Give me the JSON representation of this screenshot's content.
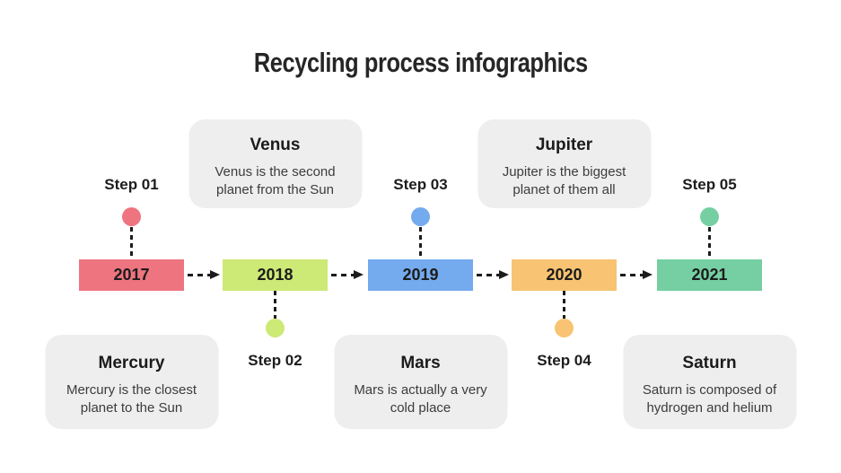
{
  "title": "Recycling process infographics",
  "colors": {
    "background": "#ffffff",
    "card_background": "#eeeeee",
    "text_dark": "#1c1c1c",
    "text_body": "#3c3c3c",
    "connector": "#1c1c1c"
  },
  "timeline": {
    "items": [
      {
        "year": "2017",
        "step": "Step 01",
        "step_position": "above",
        "card_position": "below",
        "planet": "Mercury",
        "description": "Mercury is the closest planet to the Sun",
        "color": "#ee7480"
      },
      {
        "year": "2018",
        "step": "Step 02",
        "step_position": "below",
        "card_position": "above",
        "planet": "Venus",
        "description": "Venus is the second planet from the Sun",
        "color": "#cde976"
      },
      {
        "year": "2019",
        "step": "Step 03",
        "step_position": "above",
        "card_position": "below",
        "planet": "Mars",
        "description": "Mars is actually a very cold place",
        "color": "#74aaee"
      },
      {
        "year": "2020",
        "step": "Step 04",
        "step_position": "below",
        "card_position": "above",
        "planet": "Jupiter",
        "description": "Jupiter is the biggest planet of them all",
        "color": "#f8c373"
      },
      {
        "year": "2021",
        "step": "Step 05",
        "step_position": "above",
        "card_position": "below",
        "planet": "Saturn",
        "description": "Saturn is composed of hydrogen and helium",
        "color": "#75cfa2"
      }
    ]
  }
}
